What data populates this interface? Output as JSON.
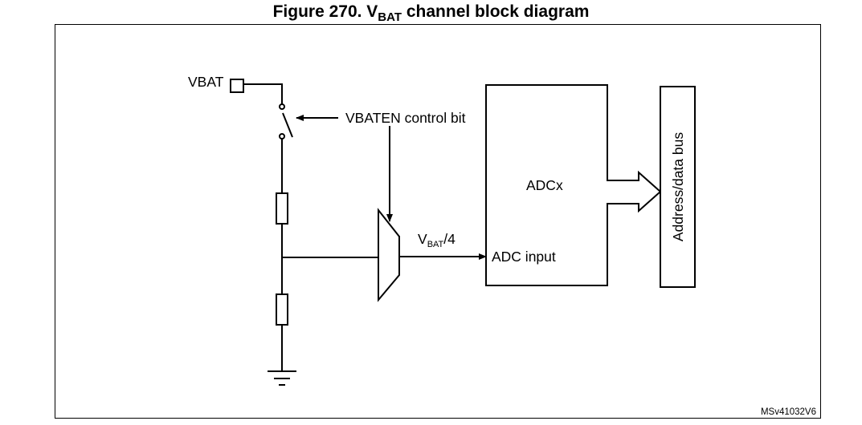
{
  "title": {
    "prefix": "Figure 270. V",
    "subscript": "BAT",
    "suffix": " channel block diagram"
  },
  "labels": {
    "vbat_pin": "VBAT",
    "control_bit": "VBATEN control bit",
    "mux_output_main": "V",
    "mux_output_sub": "BAT",
    "mux_output_suffix": "/4",
    "adc_input": "ADC input",
    "adc_block": "ADCx",
    "bus": "Address/data bus",
    "reference": "MSv41032V6"
  }
}
